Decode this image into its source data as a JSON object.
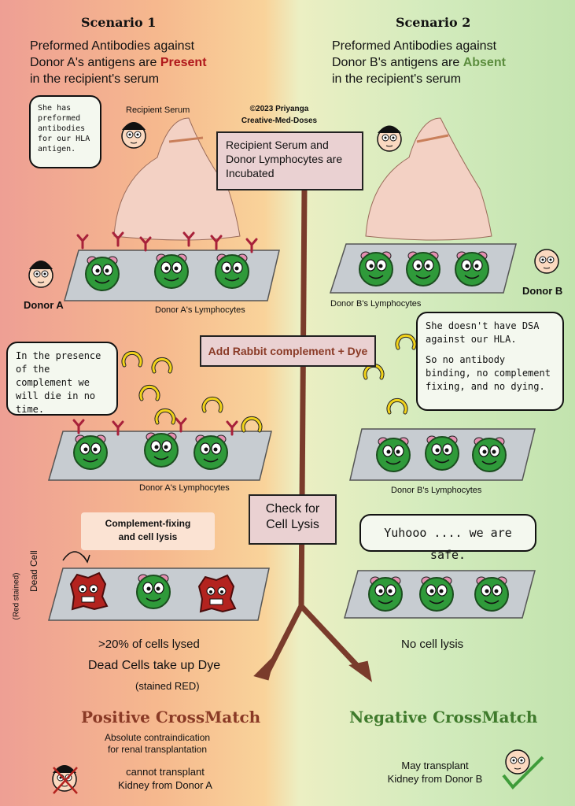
{
  "scenario1": {
    "title": "Scenario 1",
    "line1": "Preformed Antibodies against",
    "line2_prefix": "Donor A's antigens are ",
    "line2_highlight": "Present",
    "line3": "in the recipient's serum"
  },
  "scenario2": {
    "title": "Scenario 2",
    "line1": "Preformed Antibodies against",
    "line2_prefix": "Donor B's antigens are ",
    "line2_highlight": "Absent",
    "line3": "in the recipient's serum"
  },
  "copyright": {
    "line1": "©2023 Priyanga",
    "line2": "Creative-Med-Doses"
  },
  "labels": {
    "recipient_serum": "Recipient Serum",
    "donor_a": "Donor A",
    "donor_b": "Donor B",
    "donor_a_lymphocytes": "Donor A's Lymphocytes",
    "donor_b_lymphocytes": "Donor B's Lymphocytes",
    "red_stained": "(Red stained)",
    "dead_cell": "Dead Cell"
  },
  "steps": {
    "step1": "Recipient Serum and Donor Lymphocytes are Incubated",
    "step2": "Add Rabbit complement + Dye",
    "step3_line1": "Check for",
    "step3_line2": "Cell Lysis"
  },
  "bubbles": {
    "she_has": "She has preformed antibodies for our HLA antigen.",
    "presence": "In the presence of the complement we will die in no time.",
    "no_dsa_1": "She doesn't have DSA against our HLA.",
    "no_dsa_2": "So no antibody binding, no complement fixing, and no dying.",
    "yuhoo": "Yuhooo .... we are safe."
  },
  "complement_label": {
    "line1": "Complement-fixing",
    "line2": "and cell lysis"
  },
  "results": {
    "left_1": ">20% of cells lysed",
    "left_2": "Dead Cells take up Dye",
    "left_3": "(stained RED)",
    "right_1": "No cell lysis",
    "positive_title": "Positive CrossMatch",
    "positive_sub1": "Absolute contraindication",
    "positive_sub2": "for renal transplantation",
    "positive_sub3": "cannot transplant",
    "positive_sub4": "Kidney from Donor A",
    "negative_title": "Negative CrossMatch",
    "negative_sub1": "May transplant",
    "negative_sub2": "Kidney from Donor B"
  },
  "colors": {
    "cell_green": "#2f9a3a",
    "dead_red": "#b3231f",
    "antibody": "#a8213a",
    "complement": "#f2d31a",
    "trunk": "#7a3b2b",
    "box_pink": "#ead1d2"
  }
}
